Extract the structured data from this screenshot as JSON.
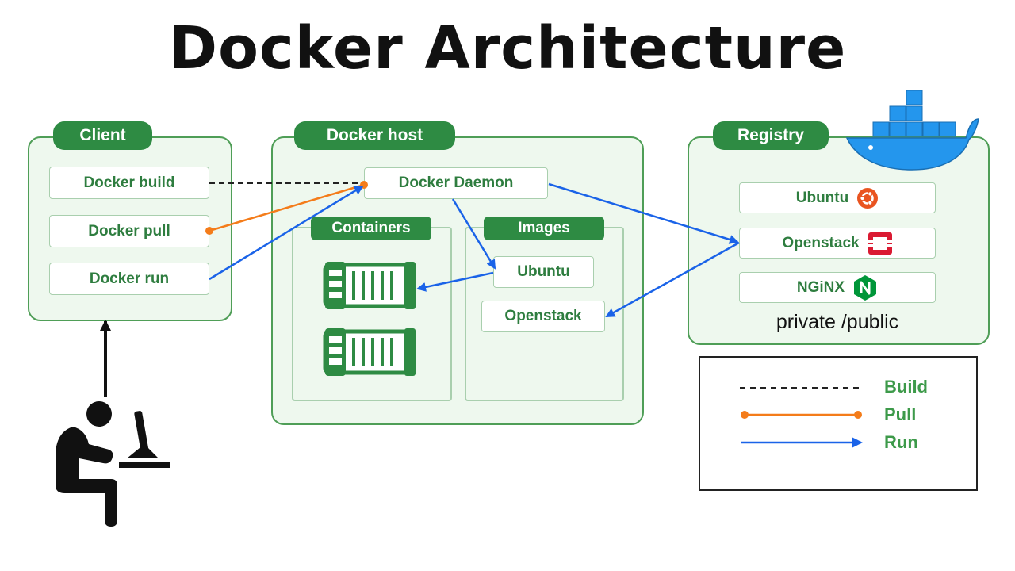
{
  "title": "Docker Architecture",
  "client": {
    "label": "Client",
    "items": [
      "Docker build",
      "Docker pull",
      "Docker run"
    ]
  },
  "host": {
    "label": "Docker host",
    "daemon": "Docker Daemon",
    "containers_label": "Containers",
    "images_label": "Images",
    "images": [
      "Ubuntu",
      "Openstack"
    ]
  },
  "registry": {
    "label": "Registry",
    "items": [
      {
        "label": "Ubuntu",
        "icon": "ubuntu-icon"
      },
      {
        "label": "Openstack",
        "icon": "openstack-icon"
      },
      {
        "label": "NGiNX",
        "icon": "nginx-icon"
      }
    ],
    "caption": "private /public"
  },
  "legend": {
    "build": "Build",
    "pull": "Pull",
    "run": "Run"
  },
  "colors": {
    "green": "#2e8b43",
    "panel_bg": "#eef8ee",
    "pull": "#f47c1a",
    "run": "#1a63e8",
    "build": "#222222",
    "docker_blue": "#2496ed"
  }
}
